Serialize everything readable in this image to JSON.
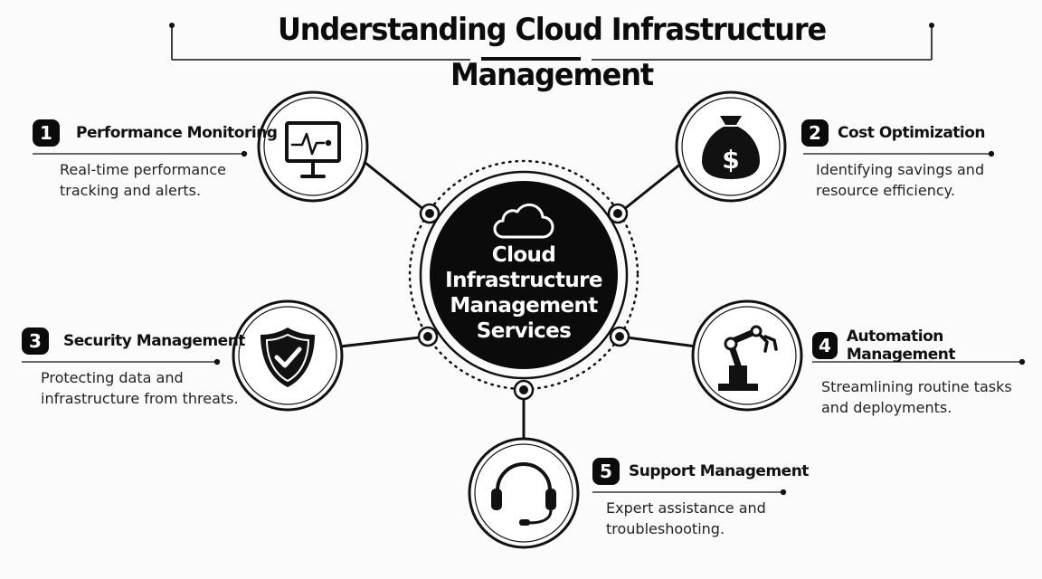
{
  "title": "Understanding Cloud Infrastructure Management",
  "hub": {
    "icon": "cloud-icon",
    "lines": [
      "Cloud",
      "Infrastructure",
      "Management",
      "Services"
    ]
  },
  "items": [
    {
      "number": "1",
      "name": "Performance Monitoring",
      "description": [
        "Real-time performance",
        "tracking and alerts."
      ],
      "icon": "monitor-pulse-icon"
    },
    {
      "number": "2",
      "name": "Cost Optimization",
      "description": [
        "Identifying savings and",
        "resource efficiency."
      ],
      "icon": "money-bag-icon"
    },
    {
      "number": "3",
      "name": "Security Management",
      "description": [
        "Protecting data and",
        "infrastructure from threats."
      ],
      "icon": "shield-check-icon"
    },
    {
      "number": "4",
      "name": "Automation Management",
      "description": [
        "Streamlining routine tasks",
        "and deployments."
      ],
      "icon": "robot-arm-icon"
    },
    {
      "number": "5",
      "name": "Support Management",
      "description": [
        "Expert assistance and",
        "troubleshooting."
      ],
      "icon": "headset-icon"
    }
  ],
  "colors": {
    "ink": "#0b0b0b",
    "background": "#fbfbfb",
    "hub_text": "#ffffff"
  }
}
